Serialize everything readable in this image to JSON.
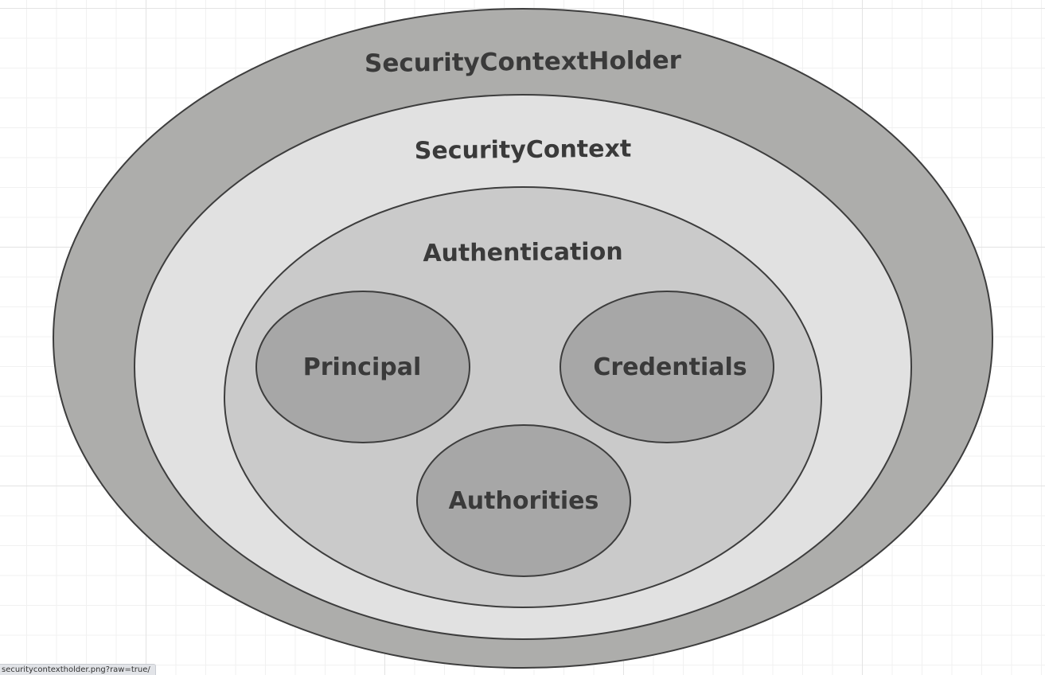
{
  "diagram": {
    "holder": {
      "label": "SecurityContextHolder"
    },
    "context": {
      "label": "SecurityContext"
    },
    "authentication": {
      "label": "Authentication"
    },
    "principal": {
      "label": "Principal"
    },
    "credentials": {
      "label": "Credentials"
    },
    "authorities": {
      "label": "Authorities"
    },
    "colors": {
      "holder_fill": "#adadab",
      "context_fill": "#e1e1e1",
      "authentication_fill": "#cacaca",
      "part_fill": "#a7a7a7",
      "stroke": "#3d3d3d",
      "text": "#3a3a3a"
    }
  },
  "status_bar": {
    "url": "/securitycontextholder.png?raw=true"
  }
}
